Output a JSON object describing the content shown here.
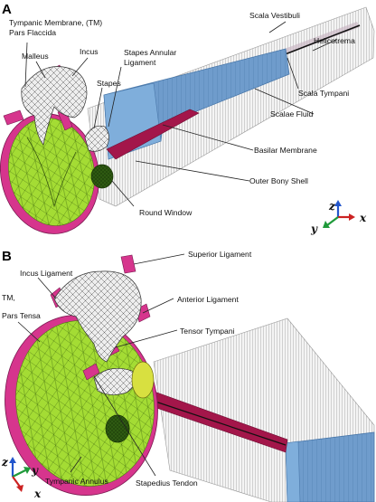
{
  "panels": {
    "a": {
      "letter": "A",
      "labels": {
        "tm_line1": "Tympanic Membrane, (TM)",
        "tm_line2": "Pars Flaccida",
        "malleus": "Malleus",
        "incus": "Incus",
        "stapes_lig_line1": "Stapes Annular",
        "stapes_lig_line2": "Ligament",
        "stapes": "Stapes",
        "scala_vestibuli": "Scala Vestibuli",
        "helicotrema": "Helicotrema",
        "scala_tympani": "Scala Tympani",
        "scalae_fluid": "Scalae Fluid",
        "basilar_membrane": "Basilar Membrane",
        "outer_bony_shell": "Outer Bony Shell",
        "round_window": "Round Window"
      },
      "axes": {
        "z": "z",
        "y": "y",
        "x": "x"
      }
    },
    "b": {
      "letter": "B",
      "labels": {
        "superior_ligament": "Superior Ligament",
        "incus_ligament": "Incus Ligament",
        "tm_line1": "TM,",
        "tm_line2": "Pars Tensa",
        "anterior_ligament": "Anterior Ligament",
        "tensor_tympani": "Tensor Tympani",
        "tympanic_annulus": "Tympanic Annulus",
        "stapedius_tendon": "Stapedius Tendon"
      },
      "axes": {
        "z": "z",
        "y": "y",
        "x": "x"
      }
    }
  },
  "colors": {
    "membrane_green": "#a4dc34",
    "annulus_magenta": "#d6358d",
    "ossicle_white": "#ececec",
    "fluid_blue": "#6f9ccc",
    "basilar_crimson": "#a3164a",
    "bony_shell_gray": "#c8c8c8",
    "round_window_green": "#2f5a12",
    "axis_z_blue": "#2255cc",
    "axis_x_red": "#cc2222",
    "axis_y_green": "#1f9a3a"
  }
}
